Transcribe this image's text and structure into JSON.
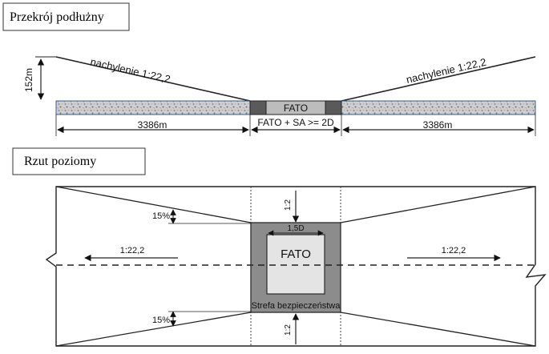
{
  "section_longitudinal": {
    "title": "Przekrój podłużny",
    "height_label": "152m",
    "slope_left": "nachylenie 1:22,2",
    "slope_right": "nachylenie 1:22,2",
    "fato_label": "FATO",
    "fato_sa_label": "FATO + SA >= 2D",
    "dist_left": "3386m",
    "dist_right": "3386m"
  },
  "plan_view": {
    "title": "Rzut poziomy",
    "slope_left": "1:22,2",
    "slope_right": "1:22,2",
    "slope_top": "1:2",
    "slope_bottom": "1:2",
    "pct_top": "15%",
    "pct_bottom": "15%",
    "fato_width": "1,5D",
    "fato_label": "FATO",
    "safety_area_label": "Strefa bezpieczeństwa"
  },
  "colors": {
    "safety_area": "#8c8c8c",
    "fato_fill": "#e4e4e4",
    "gravel": "#c9c9c9",
    "border": "#2a2a2a"
  }
}
